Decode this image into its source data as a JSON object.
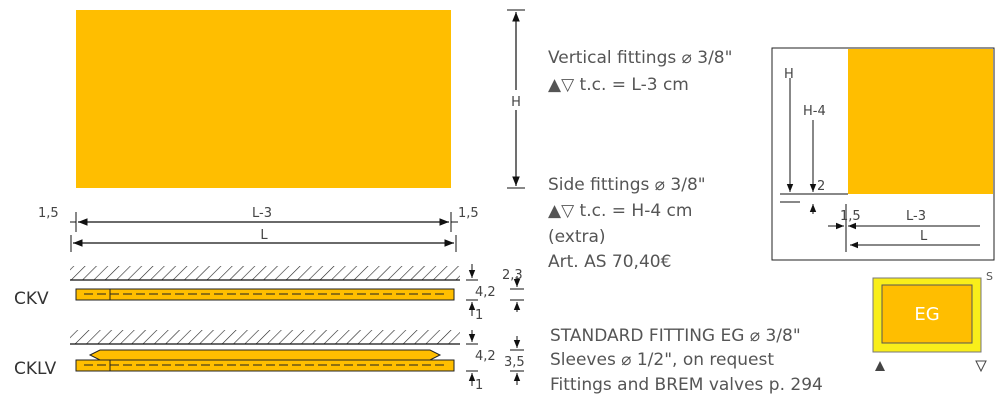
{
  "dimensions": {
    "height": "H",
    "length_minus_3": "L-3",
    "length": "L",
    "left_offset": "1,5",
    "right_offset": "1,5",
    "thk_42_ckv": "4,2",
    "thk_1_ckv": "1",
    "thk_23": "2,3",
    "thk_42_cklv": "4,2",
    "thk_35": "3,5",
    "thk_1_cklv": "1"
  },
  "profiles": {
    "ckv": "CKV",
    "cklv": "CKLV"
  },
  "text": {
    "vertical_title": "Vertical fittings ⌀ 3/8\"",
    "vertical_detail": "▲▽ t.c. = L-3 cm",
    "side_title": "Side fittings ⌀ 3/8\"",
    "side_detail": "▲▽ t.c. = H-4 cm",
    "side_extra": "(extra)",
    "article": "Art. AS   70,40€",
    "standard_title": "STANDARD FITTING EG ⌀ 3/8\"",
    "sleeves": "Sleeves ⌀ 1/2\", on request",
    "fittings_ref": "Fittings and BREM valves p. 294"
  },
  "detail": {
    "h": "H",
    "h4": "H-4",
    "two": "2",
    "one_five": "1,5",
    "l3": "L-3",
    "l": "L"
  },
  "eg_box": {
    "label": "EG",
    "corner_s": "S"
  },
  "colors": {
    "panel": "#FFBE00",
    "eg_fill": "#F9EE1A",
    "eg_label": "#ffffff",
    "line": "#111111"
  }
}
